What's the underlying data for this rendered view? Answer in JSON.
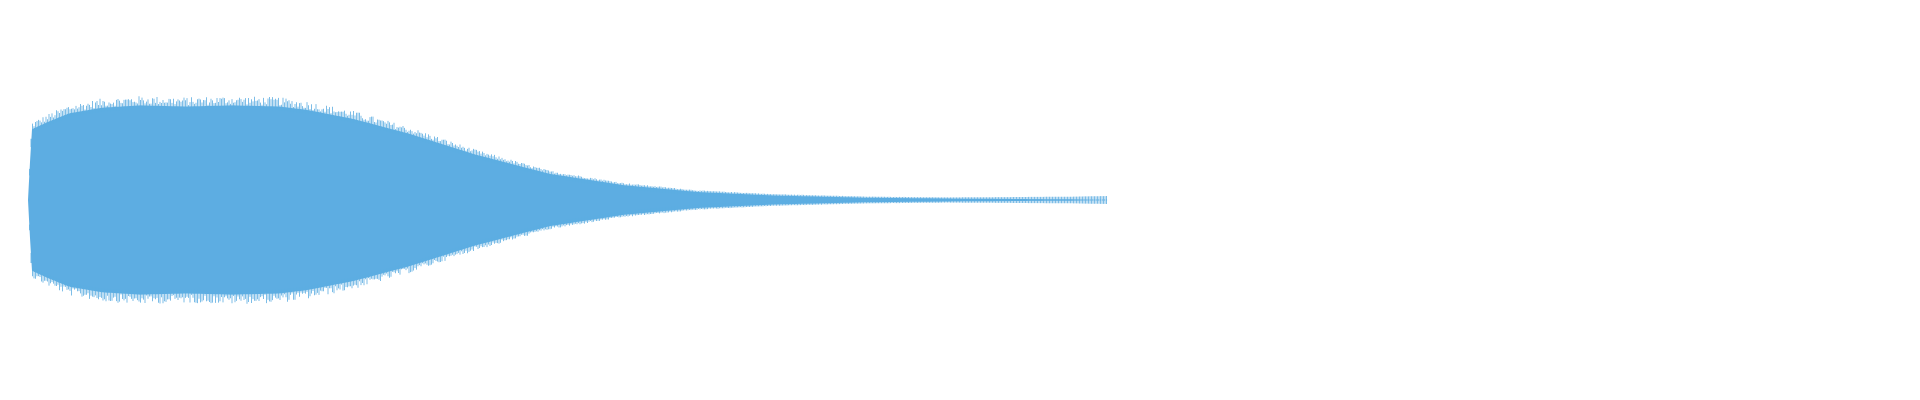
{
  "waveform": {
    "color": "#5DADE2",
    "background": "#FFFFFF",
    "envelope": [
      [
        0.0,
        0.0
      ],
      [
        0.002,
        0.62
      ],
      [
        0.01,
        0.68
      ],
      [
        0.022,
        0.76
      ],
      [
        0.04,
        0.81
      ],
      [
        0.06,
        0.83
      ],
      [
        0.085,
        0.82
      ],
      [
        0.11,
        0.83
      ],
      [
        0.135,
        0.82
      ],
      [
        0.15,
        0.79
      ],
      [
        0.175,
        0.71
      ],
      [
        0.205,
        0.58
      ],
      [
        0.24,
        0.4
      ],
      [
        0.28,
        0.23
      ],
      [
        0.32,
        0.13
      ],
      [
        0.36,
        0.07
      ],
      [
        0.4,
        0.04
      ],
      [
        0.45,
        0.02
      ],
      [
        0.5,
        0.012
      ],
      [
        0.56,
        0.006
      ],
      [
        0.58,
        0.0
      ]
    ]
  }
}
